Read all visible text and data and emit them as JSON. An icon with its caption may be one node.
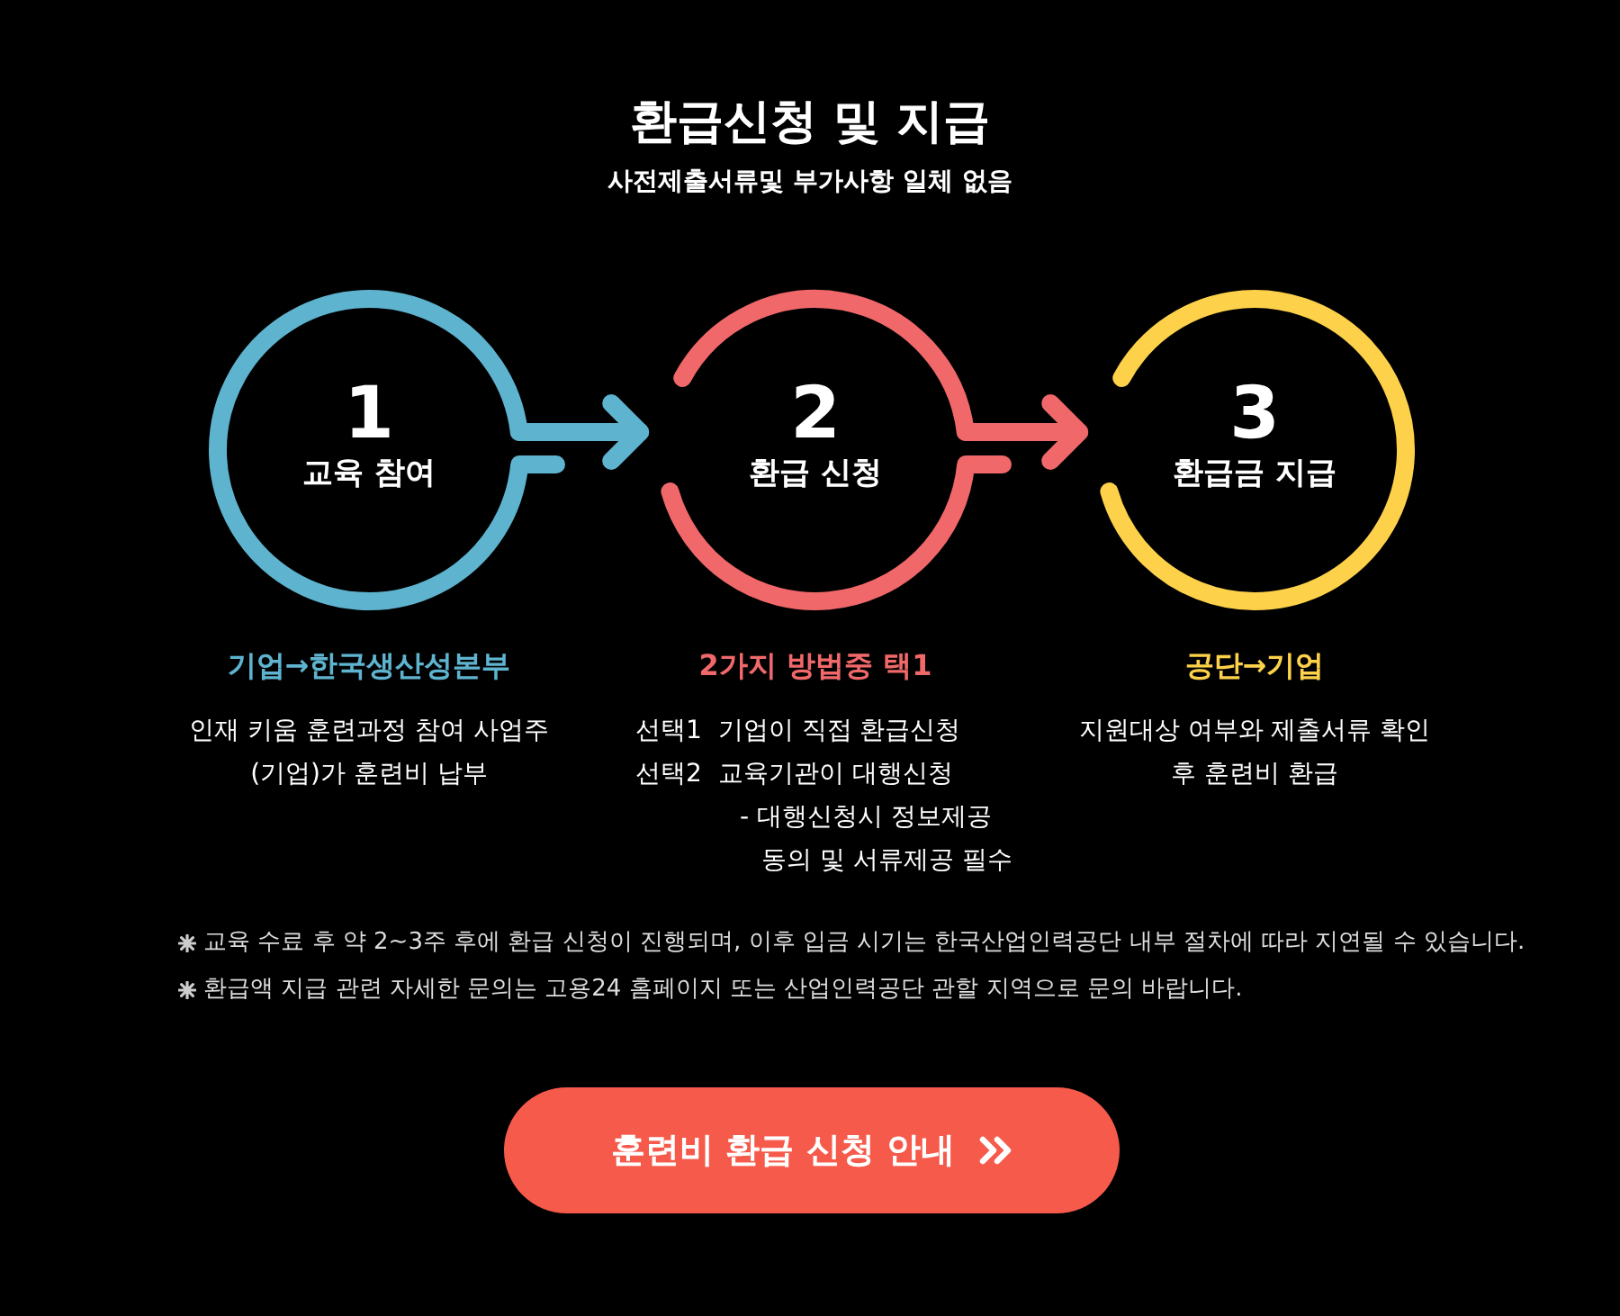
{
  "diagram": {
    "title": "환급신청 및 지급",
    "caption": "사전제출서류및 부가사항 일체 없음",
    "nodes": [
      {
        "text": [
          "1",
          "교육 참여"
        ],
        "beside": [
          "기업→한국생산성본부",
          "인재 키움 훈련과정 참여 사업주(기업)가 훈련비 납부"
        ]
      },
      {
        "text": [
          "2",
          "환급 신청"
        ],
        "beside": [
          "2가지 방법중 택1",
          "선택1  기업이 직접 환급신청",
          "선택2  교육기관이 대행신청",
          "- 대행신청시 정보제공 동의 및 서류제공 필수"
        ]
      },
      {
        "text": [
          "3",
          "환급금 지급"
        ],
        "beside": [
          "공단→기업",
          "지원대상 여부와 제출서류 확인 후 훈련비 환급"
        ]
      },
      {
        "text": [
          "훈련비 환급 신청 안내"
        ]
      }
    ],
    "edges": [
      {
        "from": 0,
        "to": 1,
        "arrow": "to",
        "color": "#5eb3cf"
      },
      {
        "from": 1,
        "to": 2,
        "arrow": "to",
        "color": "#f0686a"
      }
    ],
    "labels": [
      "교육 수료 후 약 2~3주 후에 환급 신청이 진행되며, 이후 입금 시기는 한국산업인력공단 내부 절차에 따라 지연될 수 있습니다.",
      "환급액 지급 관련 자세한 문의는 고용24 홈페이지 또는 산업인력공단 관할 지역으로 문의 바랍니다."
    ]
  }
}
